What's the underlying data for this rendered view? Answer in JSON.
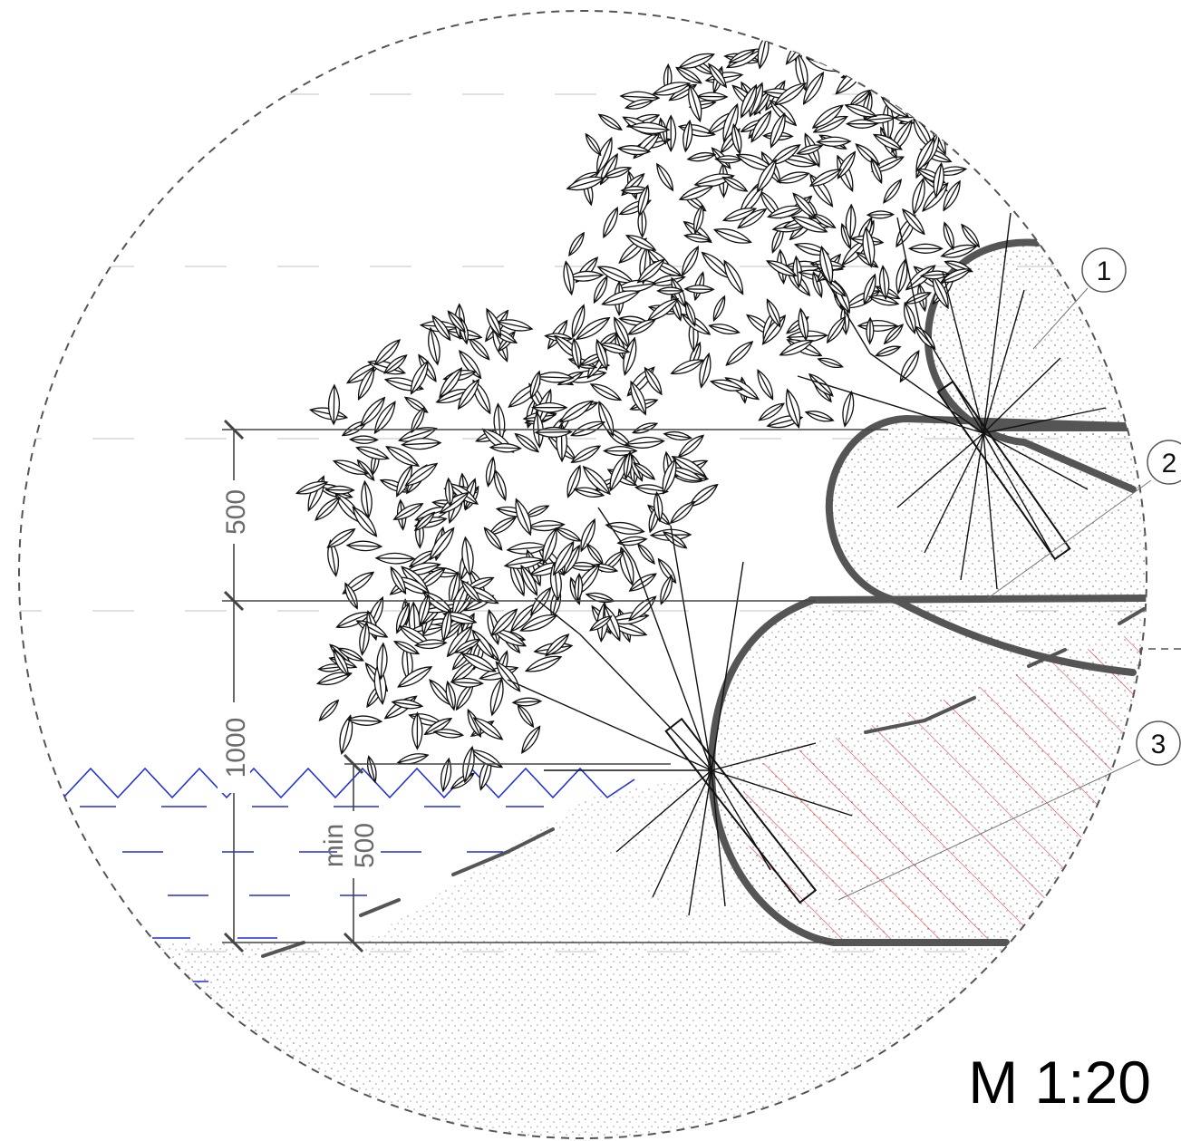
{
  "dimensions": {
    "upper": "500",
    "lower": "1000",
    "min_label": "min",
    "min_value": "500"
  },
  "callouts": [
    "1",
    "2",
    "3"
  ],
  "scale": "M 1:20",
  "colors": {
    "outline": "#555555",
    "line": "#111111",
    "dimension": "#444444",
    "dimension_text": "#6b6b6b",
    "water": "#1f2fd6",
    "hatch": "#e8101a",
    "gravel": "#8a8a8a"
  },
  "icons": {
    "detail_boundary": "dashed-circle",
    "foliage": "leaf-outline",
    "roots": "root-branches",
    "water_surface": "zigzag-water-line"
  }
}
